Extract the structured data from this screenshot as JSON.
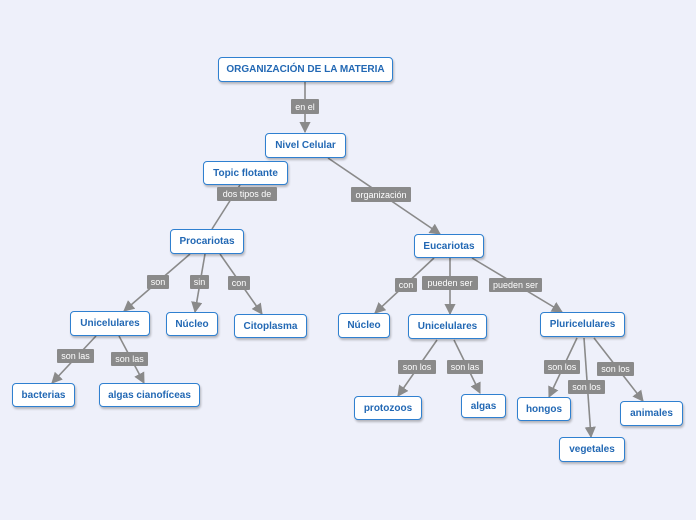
{
  "nodes": {
    "root": "ORGANIZACIÓN DE LA MATERIA",
    "nivel": "Nivel Celular",
    "topic": "Topic flotante",
    "proc": "Procariotas",
    "euc": "Eucariotas",
    "puni": "Unicelulares",
    "pnuc": "Núcleo",
    "pcito": "Citoplasma",
    "bact": "bacterias",
    "algc": "algas cianofíceas",
    "enuc": "Núcleo",
    "euni": "Unicelulares",
    "pluri": "Pluricelulares",
    "proto": "protozoos",
    "algas": "algas",
    "hongos": "hongos",
    "veget": "vegetales",
    "anim": "animales"
  },
  "labels": {
    "enel": "en el",
    "dostipos": "dos tipos de",
    "org": "organización",
    "son1": "son",
    "sin": "sin",
    "con1": "con",
    "sonlas1": "son las",
    "sonlas2": "son las",
    "con2": "con",
    "pueden1": "pueden ser",
    "pueden2": "pueden ser",
    "sonlos1": "son los",
    "sonlas3": "son las",
    "sonlos2": "son los",
    "sonlos3": "son los",
    "sonlos4": "son los"
  }
}
